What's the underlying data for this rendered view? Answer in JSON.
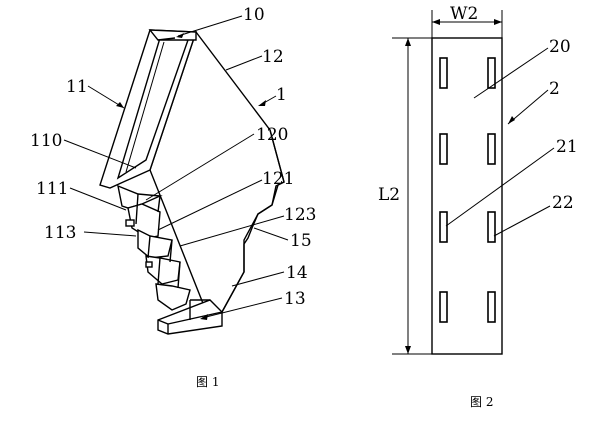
{
  "figure1": {
    "caption": "图 1",
    "labels": {
      "l10": "10",
      "l12": "12",
      "l11": "11",
      "l1": "1",
      "l110": "110",
      "l120": "120",
      "l111": "111",
      "l121": "121",
      "l123": "123",
      "l113": "113",
      "l15": "15",
      "l14": "14",
      "l13": "13"
    }
  },
  "figure2": {
    "caption": "图 2",
    "labels": {
      "w2": "W2",
      "l20": "20",
      "l2": "2",
      "l21": "21",
      "l22": "22",
      "L2": "L2"
    }
  }
}
